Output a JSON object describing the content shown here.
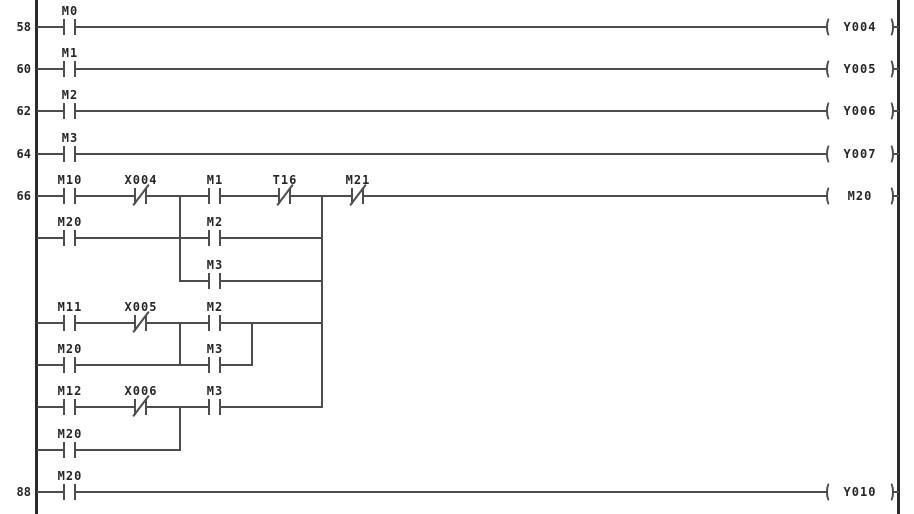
{
  "colors": {
    "wire": "#4d4d4d",
    "rail": "#2b2b2b",
    "text": "#262626",
    "background": "#ffffff"
  },
  "symbols": {
    "no_contact": "normally-open-contact -| |-",
    "nc_contact": "normally-closed-contact -|/|-",
    "coil": "output-coil -( )-"
  },
  "rungs": [
    {
      "step": "58",
      "coil": "Y004",
      "rows": [
        {
          "contacts": [
            {
              "label": "M0",
              "type": "NO"
            }
          ]
        }
      ]
    },
    {
      "step": "60",
      "coil": "Y005",
      "rows": [
        {
          "contacts": [
            {
              "label": "M1",
              "type": "NO"
            }
          ]
        }
      ]
    },
    {
      "step": "62",
      "coil": "Y006",
      "rows": [
        {
          "contacts": [
            {
              "label": "M2",
              "type": "NO"
            }
          ]
        }
      ]
    },
    {
      "step": "64",
      "coil": "Y007",
      "rows": [
        {
          "contacts": [
            {
              "label": "M3",
              "type": "NO"
            }
          ]
        }
      ]
    },
    {
      "step": "66",
      "coil": "M20",
      "rows": [
        {
          "contacts": [
            {
              "label": "M10",
              "type": "NO"
            },
            {
              "label": "X004",
              "type": "NC"
            },
            {
              "label": "M1",
              "type": "NO"
            },
            {
              "label": "T16",
              "type": "NC"
            },
            {
              "label": "M21",
              "type": "NC"
            }
          ]
        },
        {
          "contacts": [
            {
              "label": "M20",
              "type": "NO"
            },
            {
              "label": "M2",
              "type": "NO"
            }
          ]
        },
        {
          "contacts": [
            {
              "label": "M3",
              "type": "NO"
            }
          ]
        },
        {
          "contacts": [
            {
              "label": "M11",
              "type": "NO"
            },
            {
              "label": "X005",
              "type": "NC"
            },
            {
              "label": "M2",
              "type": "NO"
            }
          ]
        },
        {
          "contacts": [
            {
              "label": "M20",
              "type": "NO"
            },
            {
              "label": "M3",
              "type": "NO"
            }
          ]
        },
        {
          "contacts": [
            {
              "label": "M12",
              "type": "NO"
            },
            {
              "label": "X006",
              "type": "NC"
            },
            {
              "label": "M3",
              "type": "NO"
            }
          ]
        },
        {
          "contacts": [
            {
              "label": "M20",
              "type": "NO"
            }
          ]
        }
      ]
    },
    {
      "step": "88",
      "coil": "Y010",
      "rows": [
        {
          "contacts": [
            {
              "label": "M20",
              "type": "NO"
            }
          ]
        }
      ]
    }
  ]
}
